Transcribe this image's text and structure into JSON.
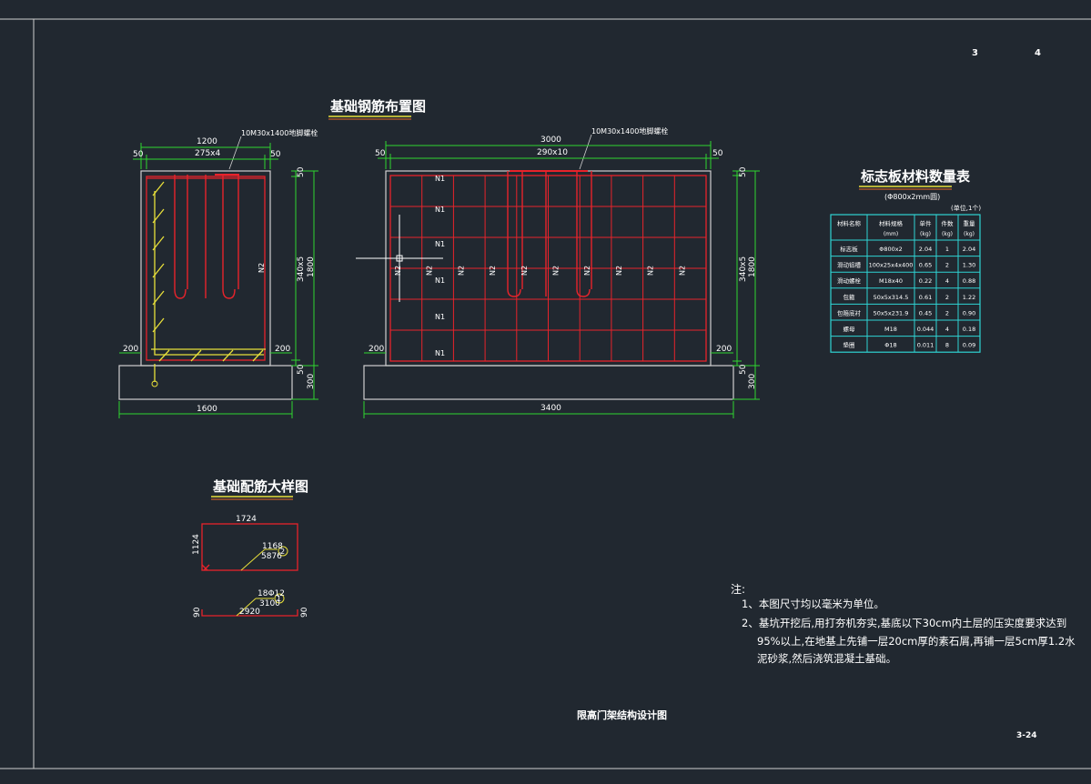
{
  "sheet": {
    "page_left": "3",
    "page_right": "4",
    "drawing_title": "限高门架结构设计图",
    "drawing_number": "3-24"
  },
  "colors": {
    "background": "#212830",
    "rebar": "#e8232b",
    "dimension": "#2fd62f",
    "yellow": "#e8e03a",
    "frame": "#cfcfcf",
    "cyan": "#2fd4d4"
  },
  "side_view": {
    "title": "基础钢筋布置图",
    "bolt_label": "10M30x1400地脚螺栓",
    "dims": {
      "top_total": "1200",
      "top_spacing": "275x4",
      "left_margin": "50",
      "right_margin": "50",
      "right_top": "50",
      "right_spacing": "340x5",
      "right_total": "1800",
      "right_bottom": "50",
      "base_height": "300",
      "left_step": "200",
      "right_step": "200",
      "base_width": "1600"
    },
    "bar_label": "N2"
  },
  "front_view": {
    "bolt_label": "10M30x1400地脚螺栓",
    "dims": {
      "top_total": "3000",
      "top_spacing": "290x10",
      "left_margin": "50",
      "right_margin": "50",
      "right_top": "50",
      "right_spacing": "340x5",
      "right_total": "1800",
      "right_bottom": "50",
      "base_height": "300",
      "left_step": "200",
      "right_step": "200",
      "base_width": "3400"
    },
    "row_labels": [
      "N1",
      "N1",
      "N1",
      "N1",
      "N1",
      "N1"
    ],
    "col_labels": [
      "N2",
      "N2",
      "N2",
      "N2",
      "N2",
      "N2",
      "N2",
      "N2",
      "N2",
      "N2"
    ]
  },
  "detail": {
    "title": "基础配筋大样图",
    "shape2": {
      "top": "1724",
      "left": "1124",
      "len1": "1168",
      "len2": "5876",
      "mark": "2"
    },
    "shape1": {
      "len1": "18Φ12",
      "len2": "3100",
      "bottom": "2920",
      "left_end": "90",
      "right_end": "90",
      "mark": "1"
    }
  },
  "materials_table": {
    "title": "标志板材料数量表",
    "subtitle": "(Φ800x2mm圆)",
    "unit_note": "(单位,1个)",
    "headers": [
      {
        "main": "材料名称",
        "sub": ""
      },
      {
        "main": "材料规格",
        "sub": "(mm)"
      },
      {
        "main": "单件",
        "sub": "(kg)"
      },
      {
        "main": "件数",
        "sub": "(kg)"
      },
      {
        "main": "重量",
        "sub": "(kg)"
      }
    ],
    "rows": [
      [
        "标志板",
        "Φ800x2",
        "2.04",
        "1",
        "2.04"
      ],
      [
        "滑动铝槽",
        "100x25x4x400",
        "0.65",
        "2",
        "1.30"
      ],
      [
        "滑动螺栓",
        "M18x40",
        "0.22",
        "4",
        "0.88"
      ],
      [
        "包箍",
        "50x5x314.5",
        "0.61",
        "2",
        "1.22"
      ],
      [
        "包箍底衬",
        "50x5x231.9",
        "0.45",
        "2",
        "0.90"
      ],
      [
        "螺母",
        "M18",
        "0.044",
        "4",
        "0.18"
      ],
      [
        "垫圈",
        "Φ18",
        "0.011",
        "8",
        "0.09"
      ]
    ]
  },
  "notes": {
    "heading": "注:",
    "items": [
      "1、本图尺寸均以毫米为单位。",
      "2、基坑开挖后,用打夯机夯实,基底以下30cm内土层的压实度要求达到",
      "95%以上,在地基上先铺一层20cm厚的素石屑,再铺一层5cm厚1.2水",
      "泥砂浆,然后浇筑混凝土基础。"
    ]
  }
}
